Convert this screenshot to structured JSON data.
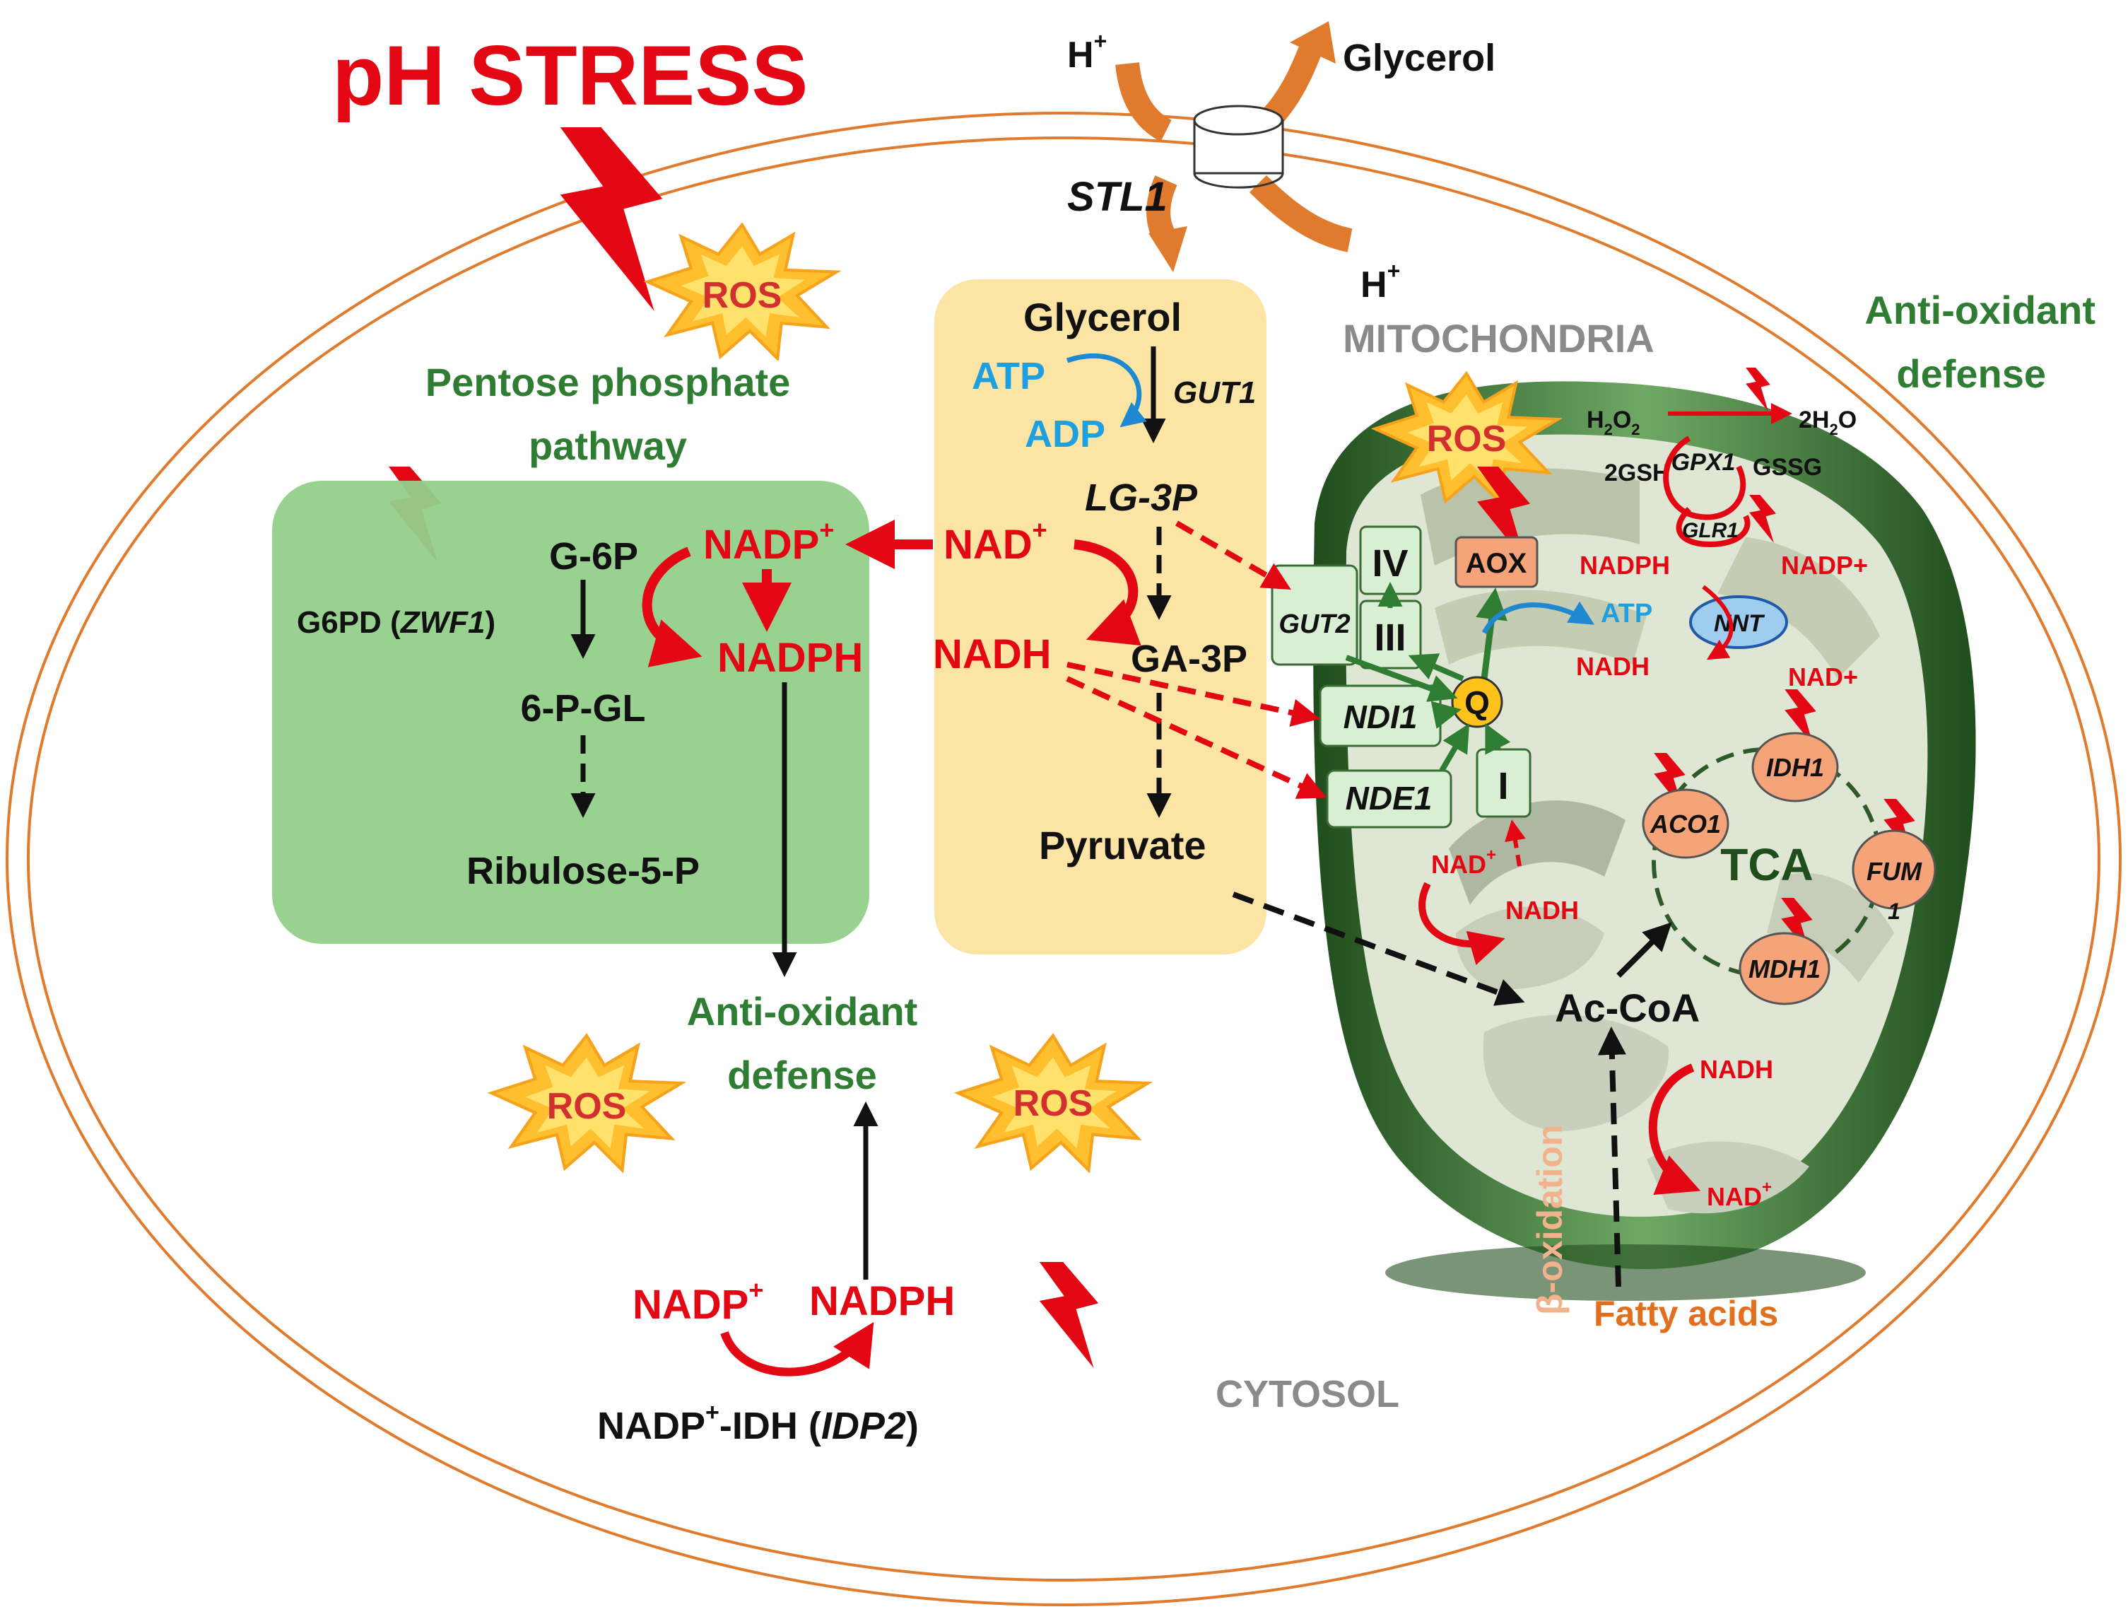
{
  "title": "pH STRESS",
  "colors": {
    "stress_red": "#e30613",
    "antioxidant_green": "#2e7d32",
    "energy_blue": "#1ea0e0",
    "compartment_gray": "#8a8a8a",
    "fatty_acid_orange": "#e0701e",
    "glycolysis_box": "#fce5a4",
    "ppp_box": "#93d08a",
    "mitochondria": "#2f6e2c"
  },
  "icons": [
    "lightning-bolt-icon",
    "ros-starburst-icon",
    "transporter-cylinder-icon"
  ],
  "transporter": {
    "name": "STL1",
    "h_in": "H",
    "h_out": "H",
    "plus": "+",
    "glycerol_out": "Glycerol"
  },
  "ros_label": "ROS",
  "ppp": {
    "title_line1": "Pentose phosphate",
    "title_line2": "pathway",
    "g6p": "G-6P",
    "enzyme": "G6PD (",
    "enzyme_gene": "ZWF1",
    "enzyme_close": ")",
    "pgl": "6-P-GL",
    "ribulose": "Ribulose-5-P",
    "nadp": "NADP",
    "nadph": "NADPH"
  },
  "glycolysis": {
    "glycerol": "Glycerol",
    "atp": "ATP",
    "adp": "ADP",
    "gut1": "GUT1",
    "lg3p": "LG-3P",
    "nad": "NAD",
    "nadh": "NADH",
    "ga3p": "GA-3P",
    "pyruvate": "Pyruvate"
  },
  "mito": {
    "label": "MITOCHONDRIA",
    "antiox_line1": "Anti-oxidant",
    "antiox_line2": "defense",
    "h2o2_main": "H",
    "h2o2_sub1": "2",
    "h2o2_o": "O",
    "h2o2_sub2": "2",
    "h2o_main": "2H",
    "h2o_sub": "2",
    "h2o_o": "O",
    "gsh": "2GSH",
    "gssg": "GSSG",
    "gpx1": "GPX1",
    "glr1": "GLR1",
    "nadph": "NADPH",
    "nadp_plus": "NADP+",
    "atp": "ATP",
    "nnt": "NNT",
    "nadh": "NADH",
    "nad_plus": "NAD+",
    "aox": "AOX",
    "complex_iv": "IV",
    "complex_iii": "III",
    "complex_i": "I",
    "gut2": "GUT2",
    "ndi1": "NDI1",
    "nde1": "NDE1",
    "q": "Q",
    "nad_cycle": "NAD",
    "nadh_cycle": "NADH",
    "tca": "TCA",
    "idh1": "IDH1",
    "aco1": "ACO1",
    "fum_line1": "FUM",
    "fum_line2": "1",
    "mdh1": "MDH1",
    "accoa": "Ac-CoA",
    "nadh_beta": "NADH",
    "nad_beta": "NAD",
    "beta_ox": "β-oxidation",
    "fatty_acids": "Fatty acids"
  },
  "cytosol": {
    "label": "CYTOSOL",
    "antiox_line1": "Anti-oxidant",
    "antiox_line2": "defense",
    "nadp": "NADP",
    "nadph": "NADPH",
    "idh_prefix": "NADP",
    "idh_suffix": "-IDH (",
    "idh_gene": "IDP2",
    "idh_close": ")"
  }
}
